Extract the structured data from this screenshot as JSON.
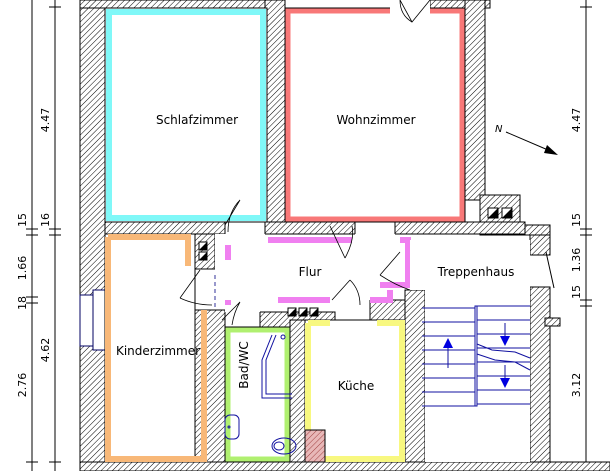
{
  "rooms": {
    "schlafzimmer": {
      "label": "Schlafzimmer",
      "color": "#80f8f8"
    },
    "wohnzimmer": {
      "label": "Wohnzimmer",
      "color": "#f87878"
    },
    "kinderzimmer": {
      "label": "Kinderzimmer",
      "color": "#f8b878"
    },
    "flur": {
      "label": "Flur",
      "color": "#f080f0"
    },
    "treppenhaus": {
      "label": "Treppenhaus"
    },
    "bad": {
      "label": "Bad/WC",
      "color": "#b0f070"
    },
    "kueche": {
      "label": "Küche",
      "color": "#f8f880"
    }
  },
  "north": {
    "label": "N"
  },
  "dimensions": {
    "left_outer": [
      "4.47",
      "15",
      "1.66",
      "18",
      "2.76"
    ],
    "left_inner": [
      "16",
      "4.62"
    ],
    "right": [
      "4.47",
      "15",
      "1.36",
      "15",
      "3.12"
    ]
  },
  "colors": {
    "wall_hatch": "#000000",
    "stairs": "#1010a0",
    "arrow": "#0000e0"
  }
}
